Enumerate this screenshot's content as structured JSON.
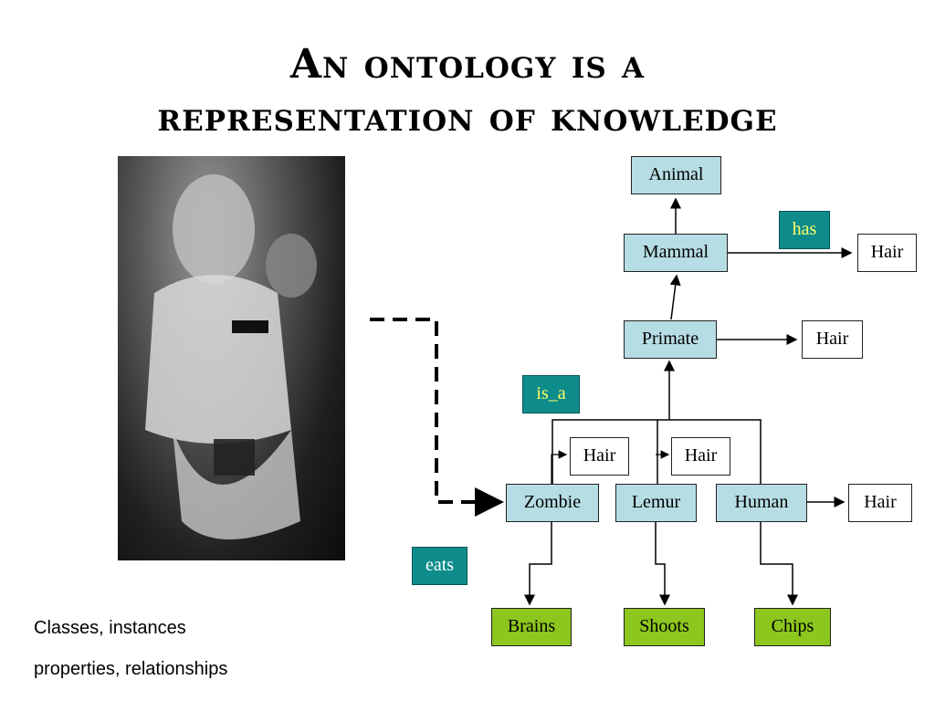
{
  "title": {
    "line1": "An ontology is a",
    "line2": "representation of knowledge"
  },
  "nodes": {
    "animal": "Animal",
    "mammal": "Mammal",
    "primate": "Primate",
    "zombie": "Zombie",
    "lemur": "Lemur",
    "human": "Human",
    "hair_mammal": "Hair",
    "hair_primate": "Hair",
    "hair_zombie": "Hair",
    "hair_lemur": "Hair",
    "hair_human": "Hair",
    "brains": "Brains",
    "shoots": "Shoots",
    "chips": "Chips"
  },
  "relations": {
    "has": "has",
    "is_a": "is_a",
    "eats": "eats"
  },
  "colors": {
    "class_fill": "#b6dde3",
    "leaf_fill": "#8cc61e",
    "relation_fill": "#0e8c8c",
    "has_text": "#ffff66",
    "is_a_text": "#ffff66",
    "eats_text": "#ffffff"
  },
  "captions": {
    "line1": "Classes, instances",
    "line2": "properties, relationships"
  }
}
